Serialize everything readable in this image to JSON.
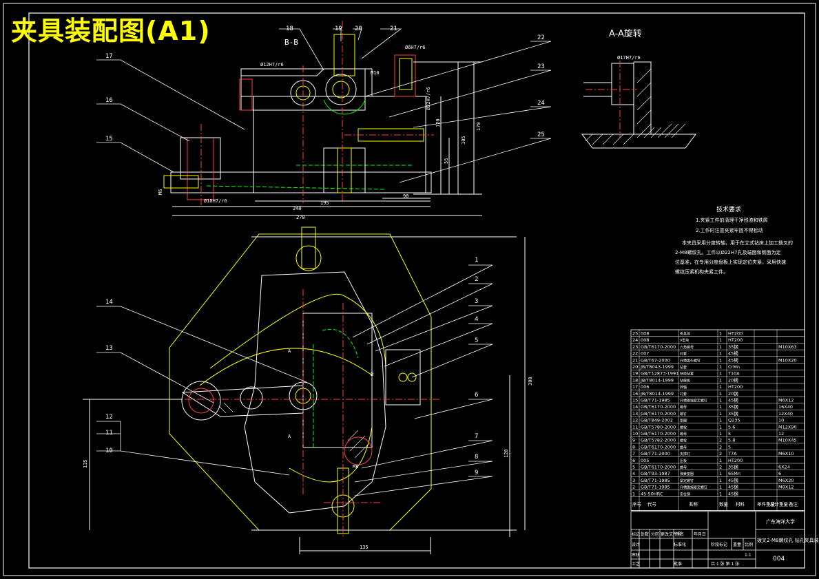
{
  "title": "夹具装配图(A1)",
  "section_bb": "B-B",
  "section_aa": "A-A旋转",
  "callouts": [
    "1",
    "2",
    "3",
    "4",
    "5",
    "6",
    "7",
    "8",
    "9",
    "10",
    "11",
    "12",
    "13",
    "14",
    "15",
    "16",
    "17",
    "18",
    "19",
    "20",
    "21",
    "22",
    "23",
    "24",
    "25"
  ],
  "fit_labels": {
    "f1": "Ø12H7/r6",
    "f2": "Ø6H7/r6",
    "f3": "Ø18H7/r6",
    "f4": "Ø17H7/r6",
    "f5": "Ø22H7/r6"
  },
  "dims": {
    "d_m6": "M6",
    "d_m10": "M10",
    "d_195": "195",
    "d_90": "90",
    "d_240": "240",
    "d_270": "270",
    "d_55": "55",
    "d_105": "105",
    "d_120": "120",
    "d_170": "170",
    "d_300": "300",
    "d_135": "135",
    "d_120b": "120",
    "d_m8": "M8",
    "d_a1": "A",
    "d_a2": "A",
    "d_b": "B"
  },
  "tech_requirements": {
    "heading": "技术要求",
    "lines": [
      "1.夹紧工件前清理干净残渣和铁屑",
      "2.工作时注意夹紧牢固不得松动"
    ],
    "desc": [
      "本夹具采用分度转轴，用于在立式钻床上加工拨叉的",
      "2-M8螺纹孔。工件以Ø22H7孔及端面和侧面为定",
      "位基准，在专用分度盘板上实现定位夹紧，采用快速",
      "螺纹压紧机构夹紧工件。"
    ]
  },
  "bom": {
    "header": [
      "序号",
      "代号",
      "名称",
      "数量",
      "材料",
      "单件重量",
      "总计重量",
      "备注"
    ],
    "rows": [
      [
        "25",
        "008",
        "夹具体",
        "1",
        "HT200",
        ""
      ],
      [
        "24",
        "008",
        "V型块",
        "1",
        "HT200",
        ""
      ],
      [
        "23",
        "GB/T6170-2000",
        "六角螺母",
        "1",
        "35钢",
        "M10X63"
      ],
      [
        "22",
        "007",
        "衬套",
        "1",
        "45钢",
        ""
      ],
      [
        "21",
        "GB/T67-2000",
        "开槽盘头螺钉",
        "1",
        "45钢",
        "M10X20"
      ],
      [
        "20",
        "JB/T8043-1999",
        "钻套",
        "1",
        "CrMn",
        ""
      ],
      [
        "19",
        "GB/T12873-1991",
        "快换钻套",
        "1",
        "T10A",
        ""
      ],
      [
        "18",
        "JB/T8014-1999",
        "钻模板",
        "1",
        "20钢",
        ""
      ],
      [
        "17",
        "006",
        "转轴",
        "1",
        "HT200",
        ""
      ],
      [
        "16",
        "JB/T8014-1999",
        "衬套",
        "1",
        "20钢",
        ""
      ],
      [
        "15",
        "GB/T71-1985",
        "开槽锥端紧定螺钉",
        "1",
        "45钢",
        "M6X12"
      ],
      [
        "14",
        "GB/T6170-2000",
        "螺母",
        "1",
        "35钢",
        "16X40"
      ],
      [
        "13",
        "GB/T6170-2000",
        "螺钉",
        "1",
        "35钢",
        "12X40"
      ],
      [
        "12",
        "GB/T849-2002",
        "垫圈",
        "1",
        "Q235",
        "10"
      ],
      [
        "11",
        "GB/T5780-2000",
        "螺栓",
        "1",
        "5.6",
        "M12X90"
      ],
      [
        "10",
        "GB/T6170-2000",
        "螺母",
        "1",
        "5",
        "12"
      ],
      [
        "9",
        "GB/T5782-2000",
        "螺栓",
        "2",
        "5.8",
        "M10X45"
      ],
      [
        "8",
        "GB/T6170-2000",
        "螺母",
        "2",
        "5",
        ""
      ],
      [
        "7",
        "GB/T71-2000",
        "支撑钉",
        "2",
        "T7A",
        "M6X10"
      ],
      [
        "6",
        "005",
        "压板",
        "1",
        "HT200",
        ""
      ],
      [
        "5",
        "GB/T6170-2000",
        "螺母",
        "2",
        "35钢",
        "6X24"
      ],
      [
        "4",
        "GB/T93-1987",
        "弹簧垫圈",
        "1",
        "65Mn",
        "6"
      ],
      [
        "3",
        "GB/T71-1985",
        "紧定螺钉",
        "1",
        "45钢",
        "M6X20"
      ],
      [
        "2",
        "GB/T71-1985",
        "开槽锥端紧定螺钉",
        "1",
        "45钢",
        "M8X12"
      ],
      [
        "1",
        "45-50HRC",
        "定位销",
        "1",
        "45钢",
        ""
      ]
    ]
  },
  "title_block": {
    "school": "广东海洋大学",
    "name": "拨叉2-M8螺纹孔 钻孔夹具装配图",
    "drawing_no": "004",
    "row_labels": [
      "标记",
      "处数",
      "分区",
      "更改文件号",
      "签名",
      "年月日"
    ],
    "designer": "设计",
    "standard": "标准化",
    "review": "审核",
    "process": "工艺",
    "approve": "批准",
    "stage_mark": "阶段标记",
    "weight": "重量",
    "scale": "比例",
    "scale_val": "1:1",
    "sheet": "共 1 张 第 1 张"
  }
}
